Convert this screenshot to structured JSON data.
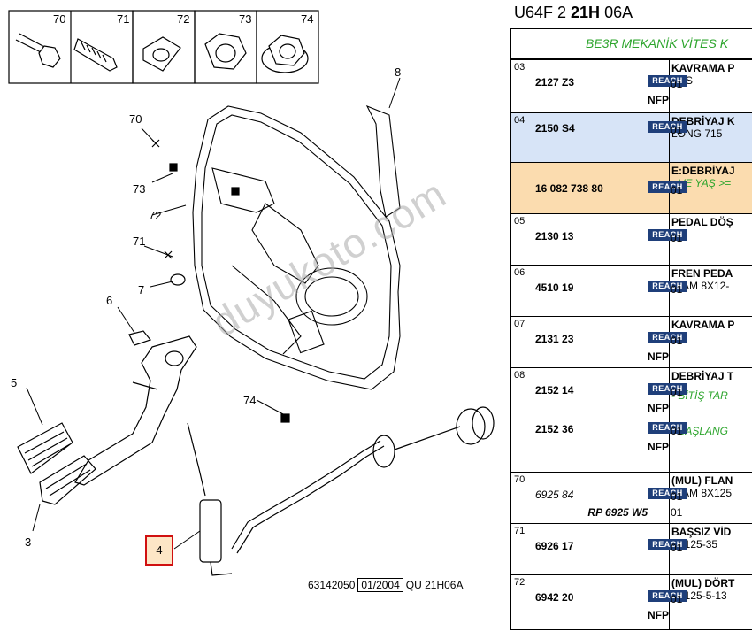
{
  "header": {
    "prefix": "U64F 2 ",
    "bold": "21H",
    "suffix": " 06A"
  },
  "group_title": "BE3R MEKANİK VİTES K",
  "diagram": {
    "hardware_labels": [
      "70",
      "71",
      "72",
      "73",
      "74"
    ],
    "callouts": {
      "c8": "8",
      "c70": "70",
      "c73": "73",
      "c72": "72",
      "c71": "71",
      "c7": "7",
      "c6": "6",
      "c5": "5",
      "c74": "74",
      "c3": "3",
      "c4": "4"
    },
    "footer": {
      "code": "63142050",
      "date": "01/2004",
      "ref": "QU 21H06A"
    },
    "watermark": "duyukoto.com"
  },
  "rows": [
    {
      "num": "03",
      "lines": [
        {
          "code": "2127 Z3",
          "reach": "REACH",
          "qty": "01"
        }
      ],
      "subs": [
        {
          "tag": "NFP"
        }
      ],
      "desc_title": "KAVRAMA P",
      "desc_sub": "ASS",
      "desc_green": ""
    },
    {
      "num": "04",
      "highlight": "blue",
      "lines": [
        {
          "code": "2150 S4",
          "reach": "REACH",
          "qty": "01"
        }
      ],
      "subs": [],
      "desc_title": "DEBRİYAJ K",
      "desc_sub": "LONG 715",
      "desc_green": ""
    },
    {
      "num": "",
      "highlight": "orange",
      "lines": [
        {
          "code": "16 082 738 80",
          "reach": "REACH",
          "qty": "01"
        }
      ],
      "subs": [],
      "desc_title": "E:DEBRİYAJ",
      "desc_sub": "",
      "desc_green": "- VE YAŞ >="
    },
    {
      "num": "05",
      "lines": [
        {
          "code": "2130 13",
          "reach": "REACH",
          "qty": "01"
        }
      ],
      "subs": [],
      "desc_title": "PEDAL DÖŞ",
      "desc_sub": "",
      "desc_green": ""
    },
    {
      "num": "06",
      "lines": [
        {
          "code": "4510 19",
          "reach": "REACH",
          "qty": "01"
        }
      ],
      "subs": [],
      "desc_title": "FREN PEDA",
      "desc_sub": "DIAM 8X12-",
      "desc_green": ""
    },
    {
      "num": "07",
      "lines": [
        {
          "code": "2131 23",
          "reach": "REACH",
          "qty": "01"
        }
      ],
      "subs": [
        {
          "tag": "NFP"
        }
      ],
      "desc_title": "KAVRAMA P",
      "desc_sub": "",
      "desc_green": ""
    },
    {
      "num": "08",
      "lines": [
        {
          "code": "2152 14",
          "reach": "REACH",
          "qty": "01"
        }
      ],
      "subs": [
        {
          "tag": "NFP"
        }
      ],
      "lines2": [
        {
          "code": "2152 36",
          "reach": "REACH",
          "qty": "01"
        }
      ],
      "subs2": [
        {
          "tag": "NFP"
        }
      ],
      "desc_title": "DEBRİYAJ T",
      "desc_sub": "",
      "desc_green": "- BİTİŞ TAR",
      "desc_green2": "- BAŞLANG"
    },
    {
      "num": "70",
      "lines": [
        {
          "code": "6925 84",
          "italic": true,
          "reach": "REACH",
          "qty": "01"
        }
      ],
      "subs": [
        {
          "tag": "RP 6925 W5",
          "italic": true,
          "qty": "01"
        }
      ],
      "desc_title": "(MUL) FLAN",
      "desc_sub": "DIAM 8X125",
      "desc_green": ""
    },
    {
      "num": "71",
      "lines": [
        {
          "code": "6926 17",
          "reach": "REACH",
          "qty": "01"
        }
      ],
      "subs": [],
      "desc_title": "BAŞSIZ VİD",
      "desc_sub": "8X125-35",
      "desc_green": ""
    },
    {
      "num": "72",
      "lines": [
        {
          "code": "6942 20",
          "reach": "REACH",
          "qty": "01"
        }
      ],
      "subs": [
        {
          "tag": "NFP"
        }
      ],
      "desc_title": "(MUL) DÖRT",
      "desc_sub": "8X125-5-13",
      "desc_green": ""
    }
  ]
}
